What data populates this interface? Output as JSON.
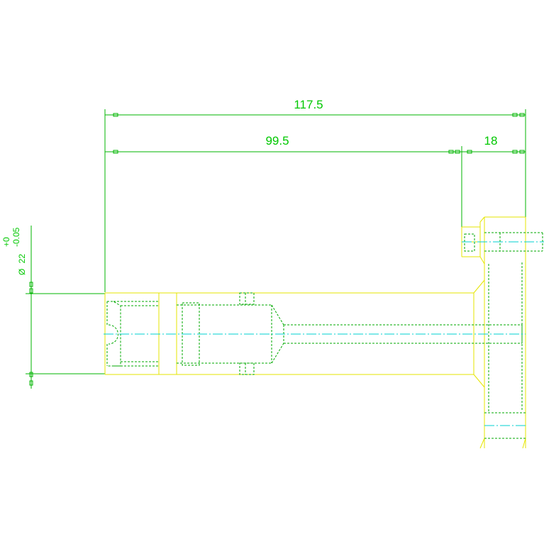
{
  "drawing": {
    "dimensions": {
      "overall_length": "117.5",
      "body_length": "99.5",
      "flange_thickness": "18",
      "diameter_symbol": "Ø",
      "diameter_value": "22",
      "tolerance_upper": "+0",
      "tolerance_lower": "-0.05"
    },
    "colors": {
      "dimension": "#00b400",
      "outline": "#e6e600",
      "hidden": "#00aa00",
      "centerline": "#00d2d2",
      "background": "#ffffff"
    }
  }
}
